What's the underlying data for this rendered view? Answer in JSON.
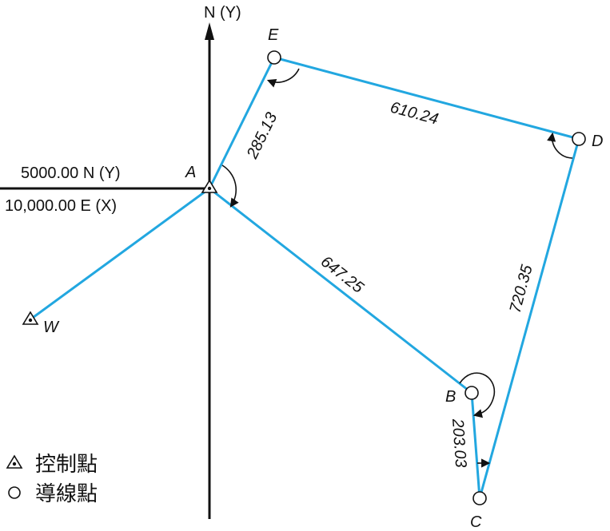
{
  "colors": {
    "traverse_line": "#22a7e0",
    "axis": "#111111",
    "background": "#ffffff"
  },
  "axis": {
    "north_label": "N (Y)"
  },
  "coordinates": {
    "northing": "5000.00 N (Y)",
    "easting": "10,000.00 E (X)"
  },
  "points": {
    "A": "A",
    "B": "B",
    "C": "C",
    "D": "D",
    "E": "E",
    "W": "W"
  },
  "distances": {
    "AE": "285.13",
    "ED": "610.24",
    "DC": "720.35",
    "AB": "647.25",
    "BC": "203.03"
  },
  "legend": {
    "control_point": "控制點",
    "traverse_point": "導線點",
    "control_icon": "triangle-dot-icon",
    "traverse_icon": "circle-icon"
  }
}
